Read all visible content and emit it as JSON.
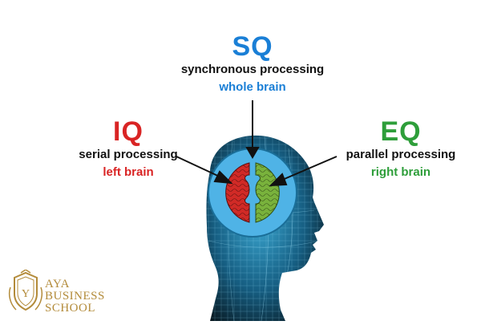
{
  "sq": {
    "code": "SQ",
    "line1": "synchronous processing",
    "line2": "whole brain"
  },
  "iq": {
    "code": "IQ",
    "line1": "serial processing",
    "line2": "left brain"
  },
  "eq": {
    "code": "EQ",
    "line1": "parallel processing",
    "line2": "right brain"
  },
  "logo": {
    "line1": "AYA",
    "line2": "BUSINESS",
    "line3": "SCHOOL"
  },
  "colors": {
    "sq": "#1a7fd6",
    "iq": "#d92424",
    "eq": "#2e9e3a",
    "head_outer": "#0a1820",
    "head_inner": "#1e88b0",
    "brain_ring": "#4fb3e6",
    "logo_gold": "#b38b3a"
  }
}
